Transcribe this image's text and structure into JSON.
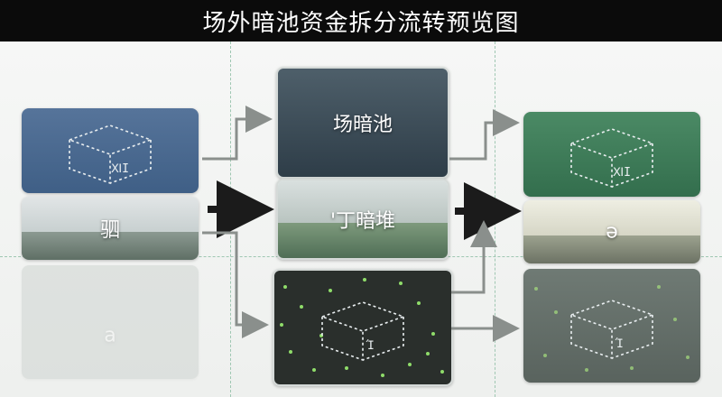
{
  "header": {
    "title": "场外暗池资金拆分流转预览图"
  },
  "source": {
    "top_glyph": "ⅪI",
    "middle_label": "驷",
    "bottom_label": "a"
  },
  "middle": {
    "top_label": "场暗池",
    "middle_label": "'丁暗堆",
    "bottom_glyph": "Ί"
  },
  "target": {
    "top_glyph": "ⅪI",
    "middle_label": "ǝ",
    "bottom_glyph": "Ί"
  },
  "colors": {
    "blue_card": "#4c6a8f",
    "green_card": "#3f7a58",
    "dark_card": "#2a2f2c",
    "arrow_gray": "#8a8f8c",
    "arrow_black": "#1b1b1b",
    "particle": "#8fdc6a"
  }
}
